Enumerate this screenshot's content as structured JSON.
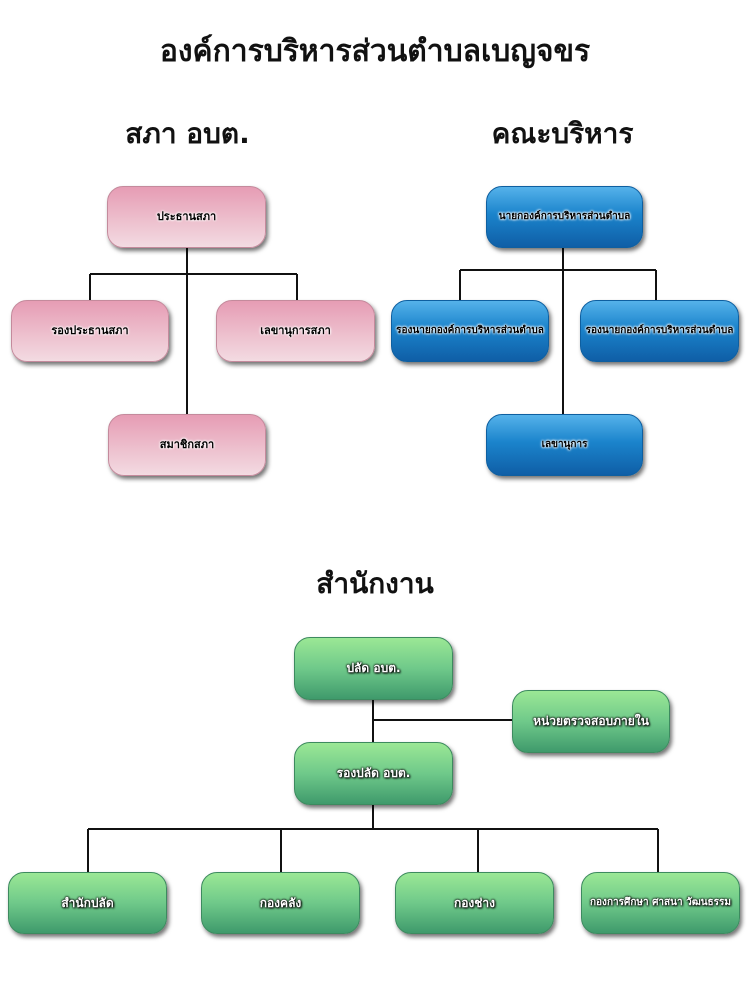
{
  "page": {
    "title": "องค์การบริหารส่วนตำบลเบญจขร"
  },
  "council": {
    "title": "สภา อบต.",
    "president": "ประธานสภา",
    "vice_president": "รองประธานสภา",
    "secretary": "เลขานุการสภา",
    "members": "สมาชิกสภา"
  },
  "executive": {
    "title": "คณะบริหาร",
    "mayor": "นายกองค์การบริหารส่วนตำบล",
    "deputy_left": "รองนายกองค์การบริหารส่วนตำบล",
    "deputy_right": "รองนายกองค์การบริหารส่วนตำบล",
    "secretary": "เลขานุการ"
  },
  "office": {
    "title": "สำนักงาน",
    "chief": "ปลัด อบต.",
    "audit": "หน่วยตรวจสอบภายใน",
    "deputy_chief": "รองปลัด อบต.",
    "divisions": [
      "สำนักปลัด",
      "กองคลัง",
      "กองช่าง",
      "กองการศึกษา ศาสนา วัฒนธรรม"
    ]
  },
  "colors": {
    "council_box": "#edbfcd",
    "executive_box": "#1b84cc",
    "office_box": "#6fc98a",
    "connector": "#111111"
  }
}
